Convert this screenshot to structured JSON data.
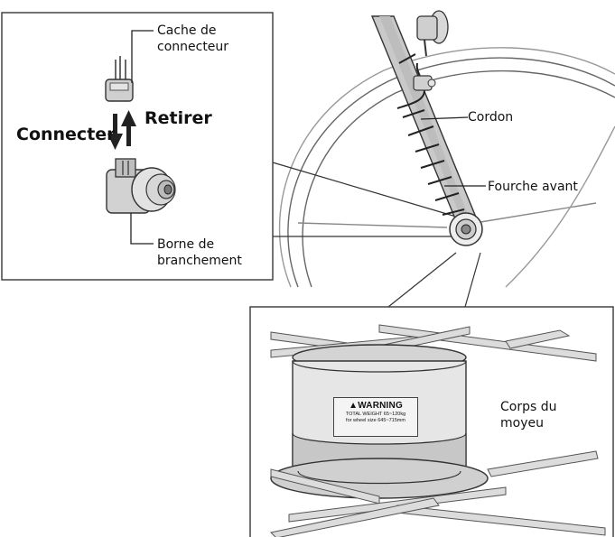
{
  "labels": {
    "connector_cover": [
      "Cache de",
      "connecteur"
    ],
    "connect": "Connecter",
    "remove": "Retirer",
    "terminal": [
      "Borne de",
      "branchement"
    ],
    "cord": "Cordon",
    "front_fork": "Fourche avant",
    "hub_body": [
      "Corps du",
      "moyeu"
    ]
  },
  "warning_label": {
    "title": "WARNING",
    "line1": "TOTAL WEIGHT 65~120kg",
    "line2": "for wheel size 645~715mm"
  }
}
